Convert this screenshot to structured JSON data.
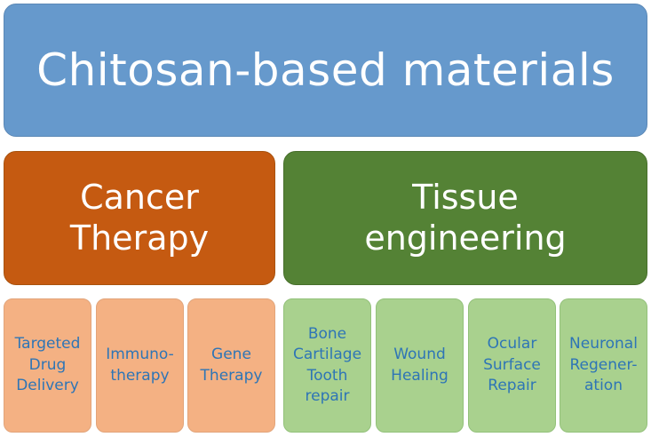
{
  "colors": {
    "title_fill": "#6699cc",
    "cancer_fill": "#c55a11",
    "tissue_fill": "#548235",
    "cancer_leaf_fill": "#f4b183",
    "cancer_leaf_border": "#e2a47a",
    "tissue_leaf_fill": "#a9d18e",
    "tissue_leaf_border": "#93c17a",
    "leaf_text": "#2e75b6"
  },
  "title": "Chitosan-based materials",
  "categories": [
    {
      "label": "Cancer\nTherapy",
      "children": [
        "Targeted\nDrug\nDelivery",
        "Immuno-\ntherapy",
        "Gene\nTherapy"
      ]
    },
    {
      "label": "Tissue\nengineering",
      "children": [
        "Bone\nCartilage\nTooth\nrepair",
        "Wound\nHealing",
        "Ocular\nSurface\nRepair",
        "Neuronal\nRegener-\nation"
      ]
    }
  ]
}
